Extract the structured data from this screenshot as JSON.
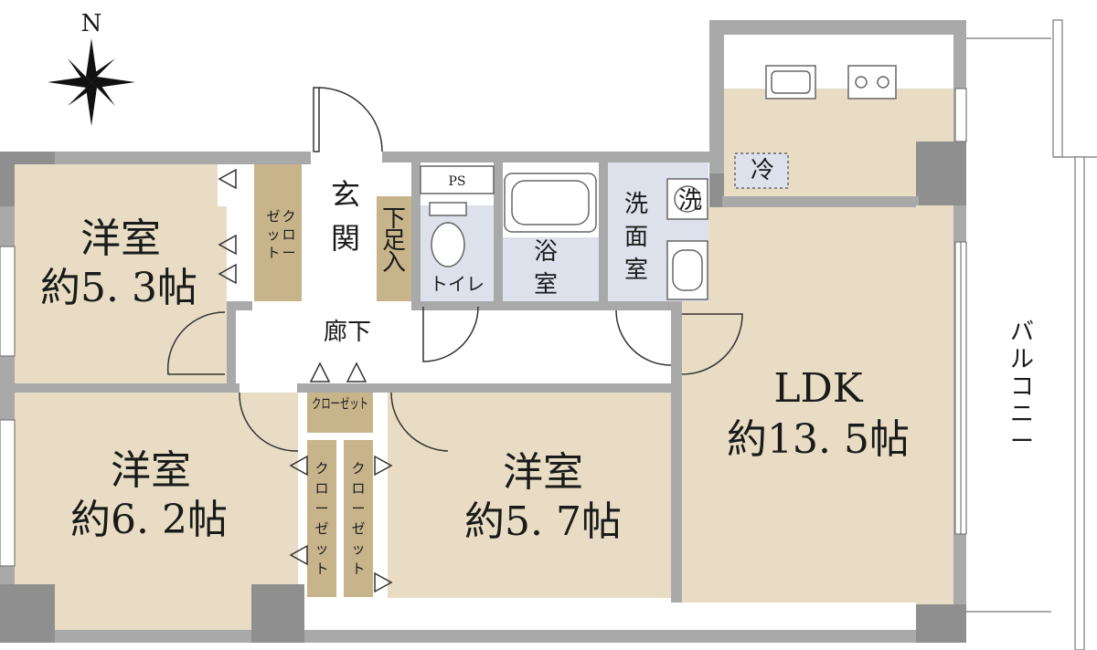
{
  "compass": {
    "label": "N"
  },
  "rooms": {
    "western_1": {
      "name": "洋室",
      "size": "約5. 3帖"
    },
    "western_2": {
      "name": "洋室",
      "size": "約6. 2帖"
    },
    "western_3": {
      "name": "洋室",
      "size": "約5. 7帖"
    },
    "ldk": {
      "name": "LDK",
      "size": "約13. 5帖"
    }
  },
  "labels": {
    "entrance": "玄関",
    "shoe_box": "下足入",
    "hallway": "廊下",
    "ps": "PS",
    "toilet": "トイレ",
    "bath": "浴室",
    "washroom": "洗面室",
    "washer": "洗",
    "fridge": "冷",
    "closet_top": "クローゼット",
    "closet_hall": "クローゼット",
    "closet_left": "クローゼット",
    "closet_right": "クローゼット",
    "balcony": "バルコニー"
  },
  "colors": {
    "room_fill": "#e8ddc4",
    "closet_fill": "#c8b48a",
    "wet_fill": "#dde1ec",
    "wall": "#a9a9a9",
    "wall_dark": "#8f8f8f"
  }
}
